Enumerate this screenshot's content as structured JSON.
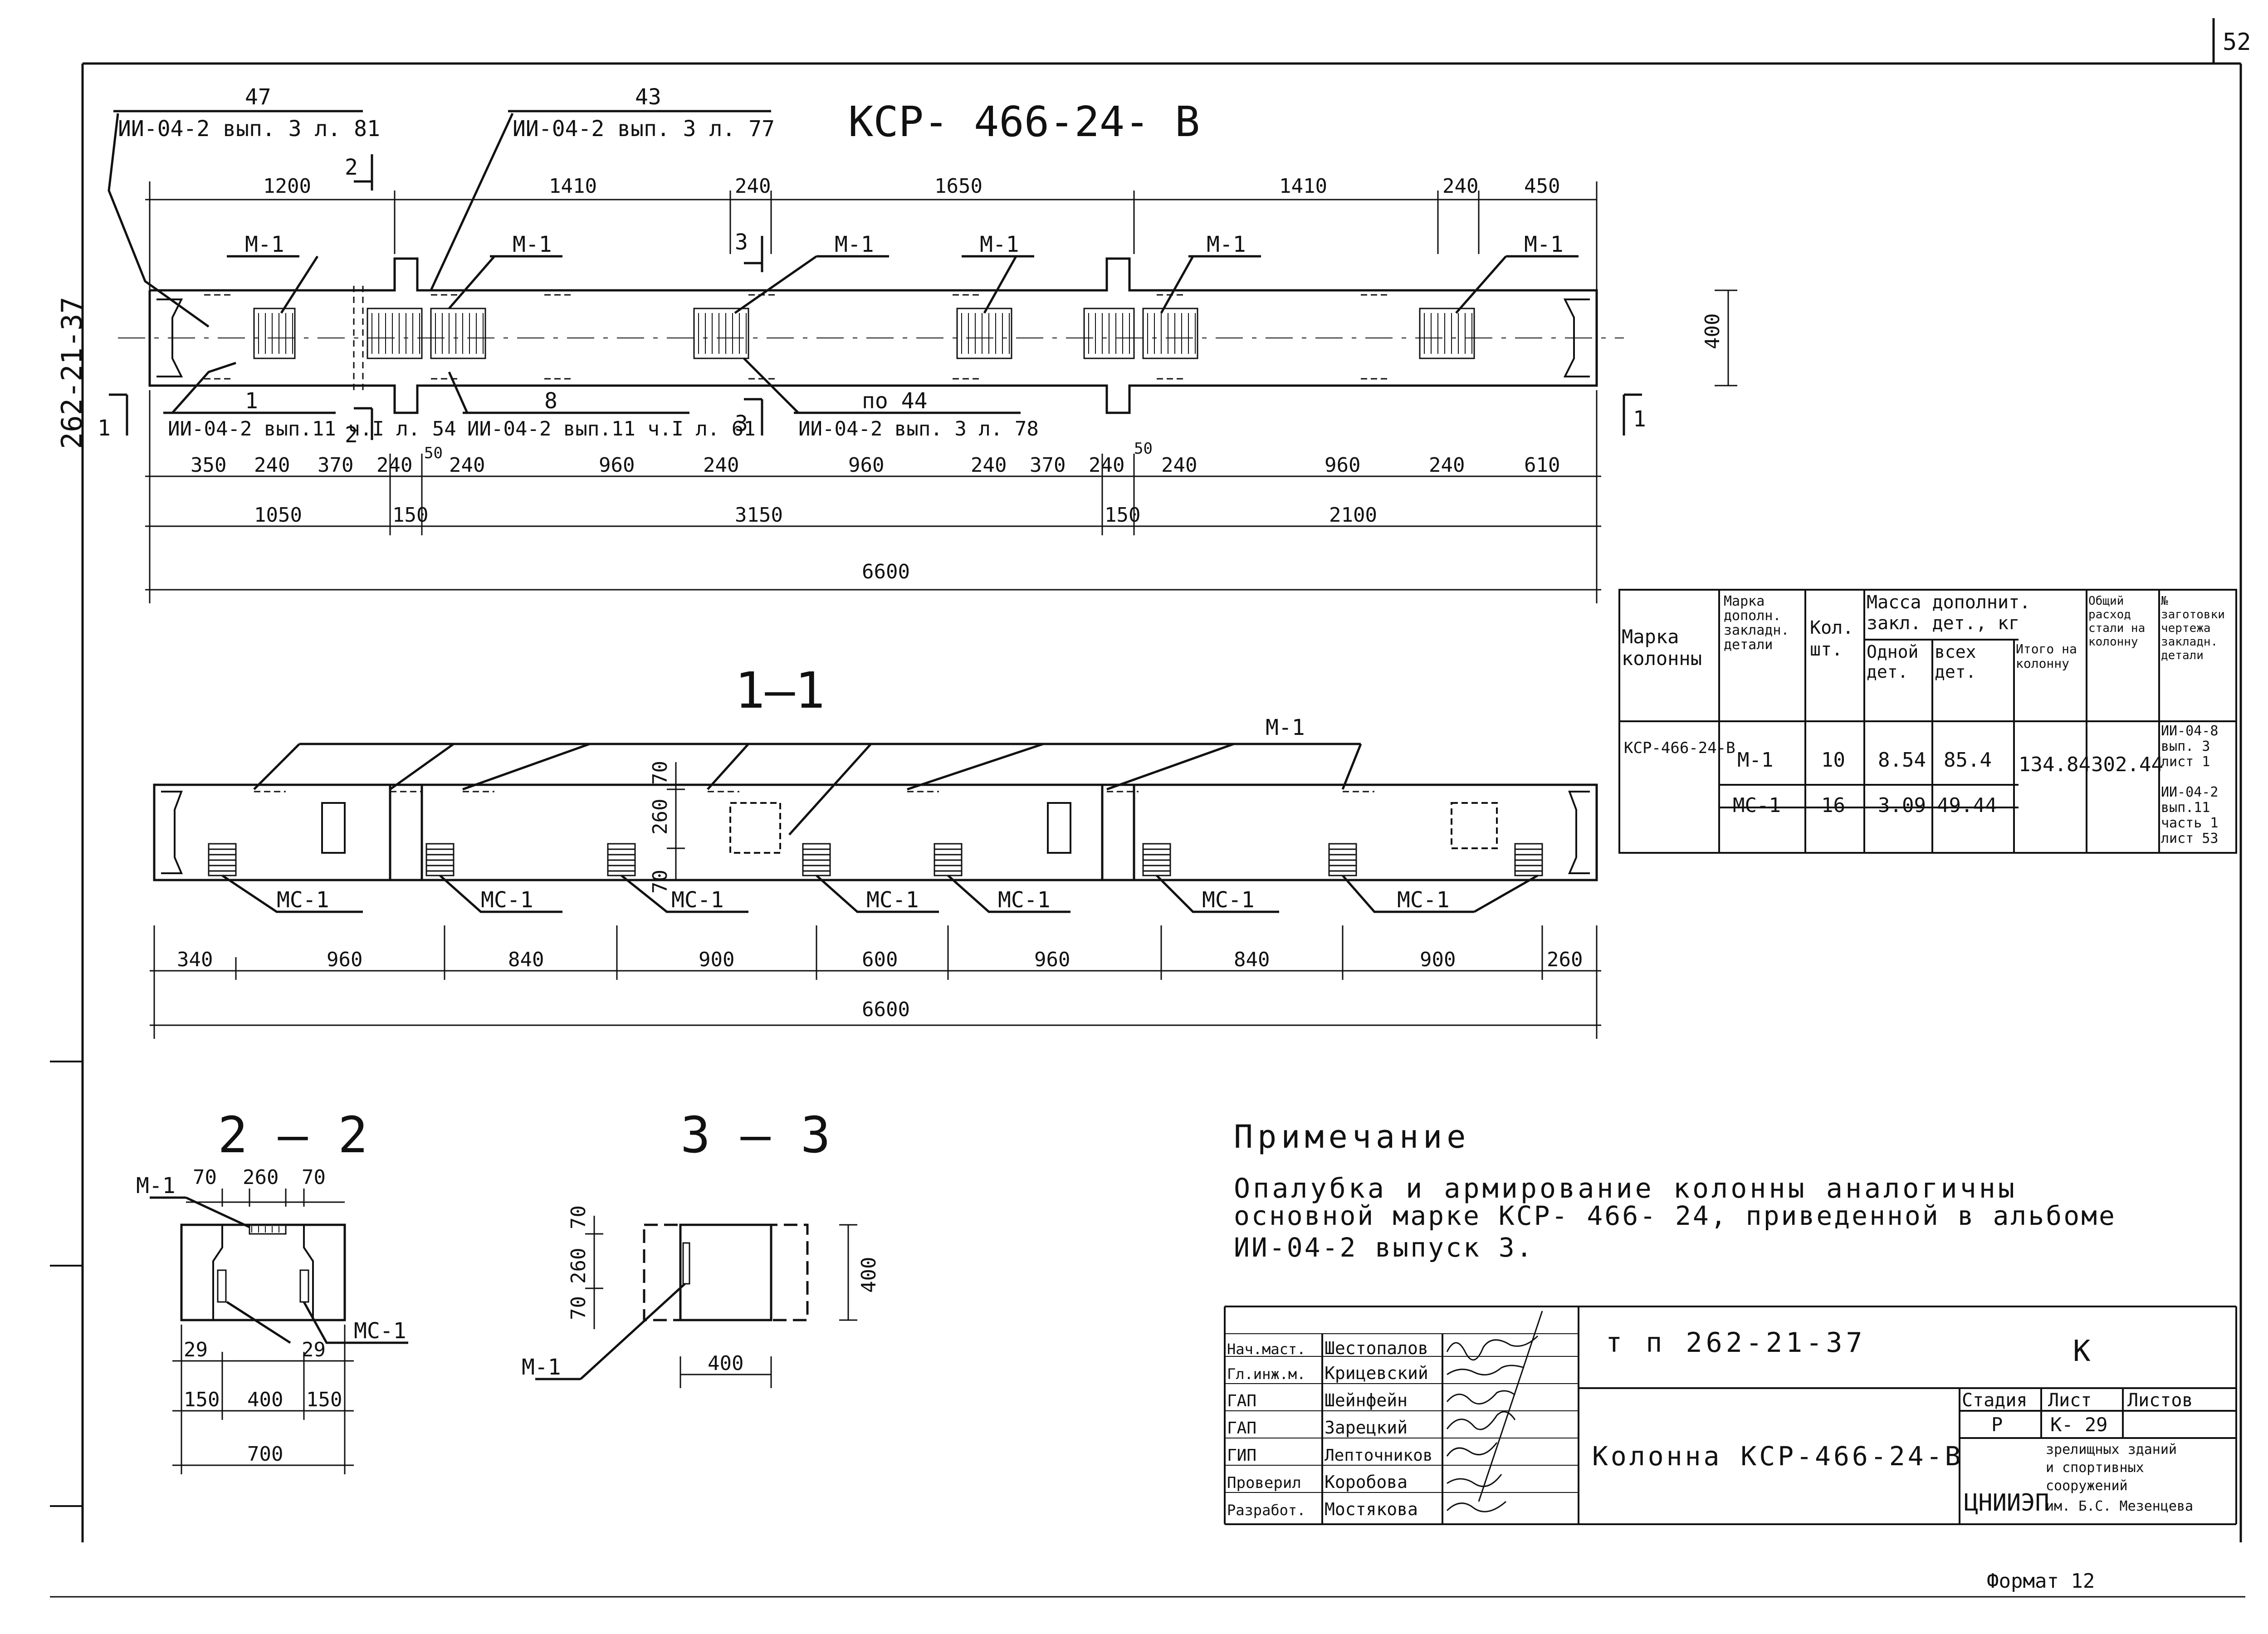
{
  "sheet": {
    "page_number": "52",
    "side_code": "262-21-37",
    "format": "Формат 12"
  },
  "main_view": {
    "title": "КСР- 466-24- В",
    "callouts": [
      {
        "num": "47",
        "ref": "ИИ-04-2 вып. 3  л. 81"
      },
      {
        "num": "43",
        "ref": "ИИ-04-2 вып. 3  л. 77"
      },
      {
        "num": "1",
        "ref": "ИИ-04-2 вып.11 ч.I л. 54"
      },
      {
        "num": "8",
        "ref": "ИИ-04-2 вып.11 ч.I л. 61"
      },
      {
        "num": "по 44",
        "ref": "ИИ-04-2 вып. 3  л. 78"
      }
    ],
    "part_labels": [
      "М-1",
      "М-1",
      "М-1",
      "М-1",
      "М-1",
      "М-1"
    ],
    "section_marks": [
      "1",
      "1",
      "2",
      "2",
      "3",
      "3"
    ],
    "top_dims": [
      "1200",
      "1410",
      "240",
      "1650",
      "1410",
      "240",
      "450"
    ],
    "height_dim": "400",
    "bottom_dims": [
      "350",
      "240",
      "370",
      "240",
      "50",
      "240",
      "960",
      "240",
      "960",
      "240",
      "370",
      "240",
      "50",
      "240",
      "960",
      "240",
      "610"
    ],
    "mid_dims": [
      "1050",
      "150",
      "3150",
      "150",
      "2100"
    ],
    "total": "6600"
  },
  "section_1_1": {
    "title": "1—1",
    "top_label": "М-1",
    "labels": [
      "МС-1",
      "МС-1",
      "МС-1",
      "МС-1",
      "МС-1",
      "МС-1",
      "МС-1"
    ],
    "vert_dims": [
      "70",
      "260",
      "70"
    ],
    "dims": [
      "340",
      "960",
      "840",
      "900",
      "600",
      "960",
      "840",
      "900",
      "260"
    ],
    "total": "6600"
  },
  "section_2_2": {
    "title": "2 — 2",
    "top_label": "М-1",
    "top_dims": [
      "70",
      "260",
      "70"
    ],
    "side_label": "МС-1",
    "small_dims": [
      "29",
      "29"
    ],
    "dims": [
      "150",
      "400",
      "150"
    ],
    "total": "700"
  },
  "section_3_3": {
    "title": "3 — 3",
    "label": "М-1",
    "vert_dims": [
      "70",
      "260",
      "70"
    ],
    "height": "400",
    "width": "400"
  },
  "table": {
    "headers": {
      "mark": "Марка колонны",
      "detail_mark": "Марка дополн. закладн. детали",
      "qty": "Кол. шт.",
      "mass_group": "Масса дополнит. закл. дет., кг",
      "mass_one": "Одной дет.",
      "mass_all": "всех дет.",
      "mass_total": "Итого на колонну",
      "steel_total": "Общий расход стали на колонну",
      "drawing_no": "№ заготовки чертежа закладн. детали"
    },
    "column_mark": "КСР-466-24-В",
    "rows": [
      {
        "detail": "М-1",
        "qty": "10",
        "one": "8.54",
        "all": "85.4",
        "drawing": "ИИ-04-8 вып. 3 лист 1"
      },
      {
        "detail": "МС-1",
        "qty": "16",
        "one": "3.09",
        "all": "49.44",
        "drawing": "ИИ-04-2 вып.11 часть 1 лист 53"
      }
    ],
    "mass_total": "134.84",
    "steel_total": "302.44"
  },
  "note": {
    "title": "Примечание",
    "lines": [
      "Опалубка и армирование колонны аналогичны",
      "основной марке КСР- 466- 24, приведенной в альбоме",
      "ИИ-04-2 выпуск 3."
    ]
  },
  "title_block": {
    "roles": [
      "Нач.маст.",
      "Гл.инж.м.",
      "ГАП",
      "ГАП",
      "ГИП",
      "Проверил",
      "Разработ."
    ],
    "names": [
      "Шестопалов",
      "Крицевский",
      "Шейнфейн",
      "Зарецкий",
      "Лепточников",
      "Коробова",
      "Мостякова"
    ],
    "doc_code": "т п 262-21-37",
    "doc_letter": "К",
    "drawing_title": "Колонна КСР-466-24-В",
    "stage_label": "Стадия",
    "sheet_label": "Лист",
    "sheets_label": "Листов",
    "stage": "Р",
    "sheet": "К- 29",
    "org_logo": "ЦНИИЭП",
    "org_lines": [
      "зрелищных зданий",
      "и спортивных",
      "сооружений",
      "им. Б.С. Мезенцева"
    ]
  }
}
